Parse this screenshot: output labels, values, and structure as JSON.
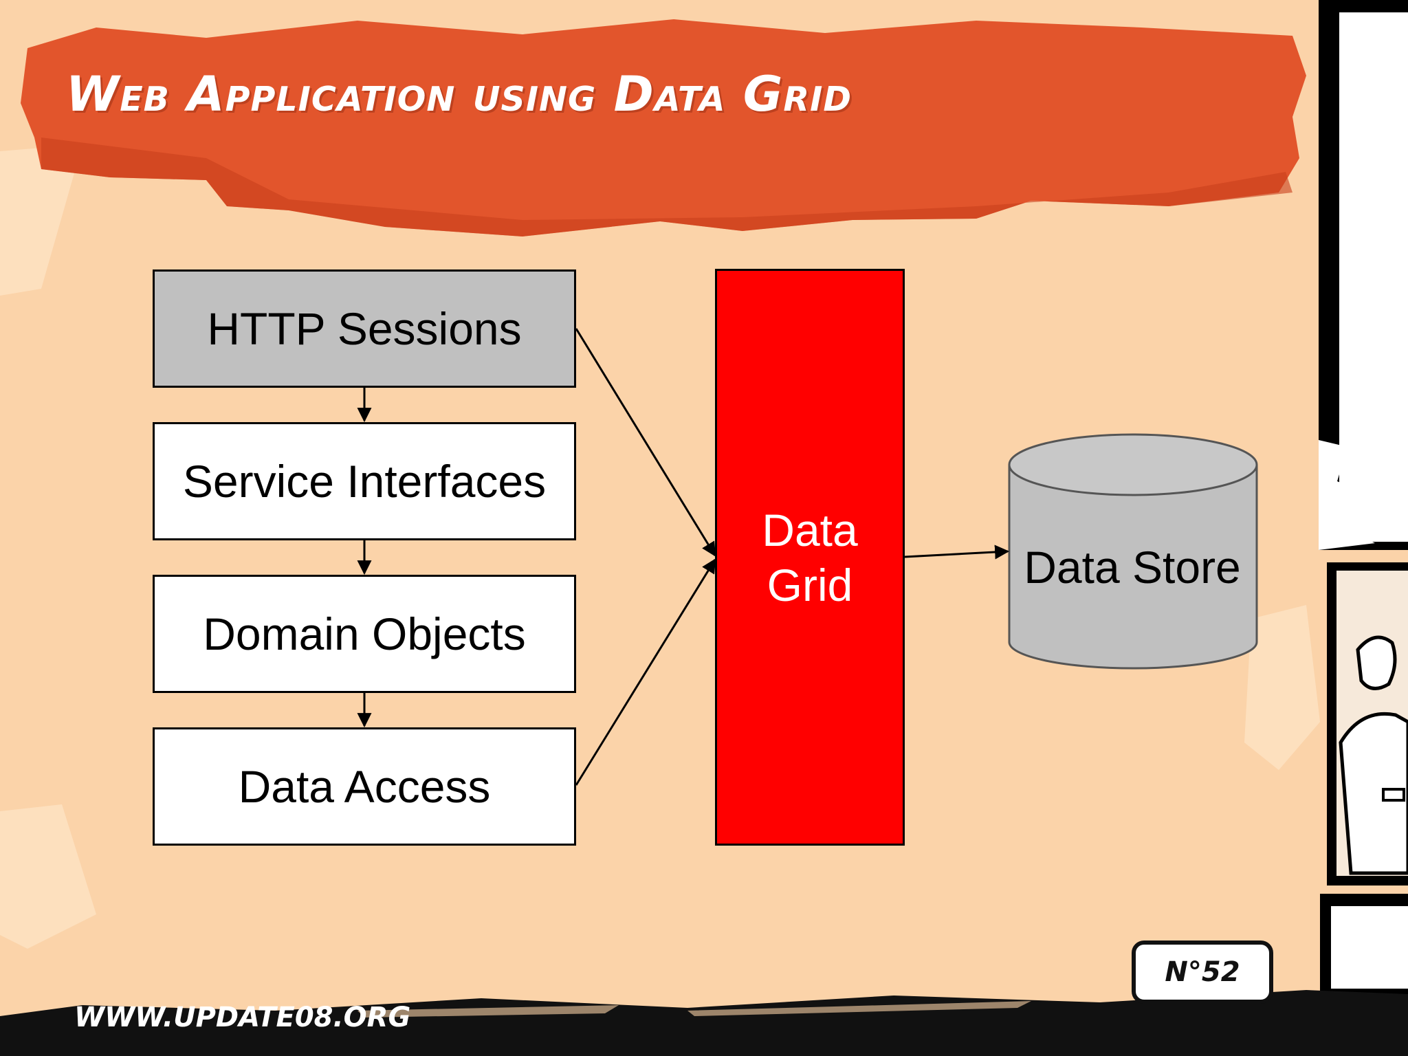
{
  "slide": {
    "title": "Web Application using Data Grid",
    "footer_url": "WWW.UPDATE08.ORG",
    "page_badge": "N°52"
  },
  "diagram": {
    "layers": [
      "HTTP Sessions",
      "Service Interfaces",
      "Domain Objects",
      "Data Access"
    ],
    "grid": {
      "line1": "Data",
      "line2": "Grid"
    },
    "store": "Data Store"
  },
  "colors": {
    "background": "#fbd3a9",
    "title_banner": "#e2552c",
    "grid_fill": "#ff0000",
    "http_fill": "#c0c0c0",
    "store_fill": "#c0c0c0"
  },
  "icons": [
    "cartoon-figure-icon",
    "speech-bubble-icon"
  ]
}
